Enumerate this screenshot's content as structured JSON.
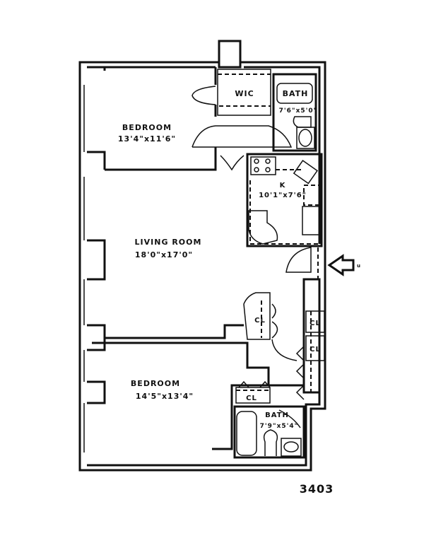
{
  "plan": {
    "unit_number": "3403",
    "rooms": {
      "bedroom1": {
        "name": "BEDROOM",
        "size": "13'4\"x11'6\""
      },
      "wic": {
        "name": "WIC"
      },
      "bath1": {
        "name": "BATH",
        "size": "7'6\"x5'0\""
      },
      "kitchen": {
        "name": "K",
        "size": "10'1\"x7'6\""
      },
      "living": {
        "name": "LIVING ROOM",
        "size": "18'0\"x17'0\""
      },
      "closet_living": {
        "name": "CL"
      },
      "closet_hall1": {
        "name": "CL"
      },
      "closet_hall2": {
        "name": "CL"
      },
      "bedroom2": {
        "name": "BEDROOM",
        "size": "14'5\"x13'4\""
      },
      "closet_bedroom2": {
        "name": "CL"
      },
      "bath2": {
        "name": "BATH",
        "size": "7'9\"x5'4\""
      }
    },
    "entry_arrow_label": "u"
  }
}
